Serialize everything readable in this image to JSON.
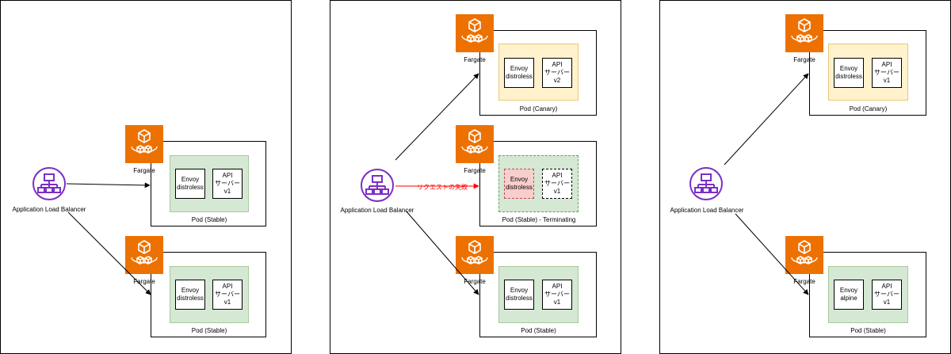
{
  "colors": {
    "fargate_orange": "#ed7100",
    "alb_purple": "#7a2fc6",
    "stable_pod_fill": "#d5e8d4",
    "canary_pod_fill": "#fff2cc",
    "failed_container_fill": "#f8cecc",
    "failed_arrow": "#ff0000"
  },
  "icons": {
    "fargate": "fargate-icon",
    "alb": "load-balancer-icon"
  },
  "panels": [
    {
      "alb_label": "Application Load Balancer",
      "nodes": [
        {
          "fargate_label": "Fargate",
          "pod_label": "Pod (Stable)",
          "envoy": "Envoy\ndistroless",
          "api": "API\nサーバー\nv1"
        },
        {
          "fargate_label": "Fargate",
          "pod_label": "Pod (Stable)",
          "envoy": "Envoy\ndistroless",
          "api": "API\nサーバー\nv1"
        }
      ]
    },
    {
      "alb_label": "Application Load Balancer",
      "request_failure_label": "リクエストの失敗",
      "nodes": [
        {
          "fargate_label": "Fargate",
          "pod_label": "Pod (Canary)",
          "envoy": "Envoy\ndistroless",
          "api": "API\nサーバー\nv2"
        },
        {
          "fargate_label": "Fargate",
          "pod_label": "Pod (Stable) - Terminating",
          "envoy": "Envoy\ndistroless",
          "api": "API\nサーバー\nv1"
        },
        {
          "fargate_label": "Fargate",
          "pod_label": "Pod (Stable)",
          "envoy": "Envoy\ndistroless",
          "api": "API\nサーバー\nv1"
        }
      ]
    },
    {
      "alb_label": "Application Load Balancer",
      "nodes": [
        {
          "fargate_label": "Fargate",
          "pod_label": "Pod (Canary)",
          "envoy": "Envoy\ndistroless",
          "api": "API\nサーバー\nv1"
        },
        {
          "fargate_label": "Fargate",
          "pod_label": "Pod (Stable)",
          "envoy": "Envoy\nalpine",
          "api": "API\nサーバー\nv1"
        }
      ]
    }
  ]
}
